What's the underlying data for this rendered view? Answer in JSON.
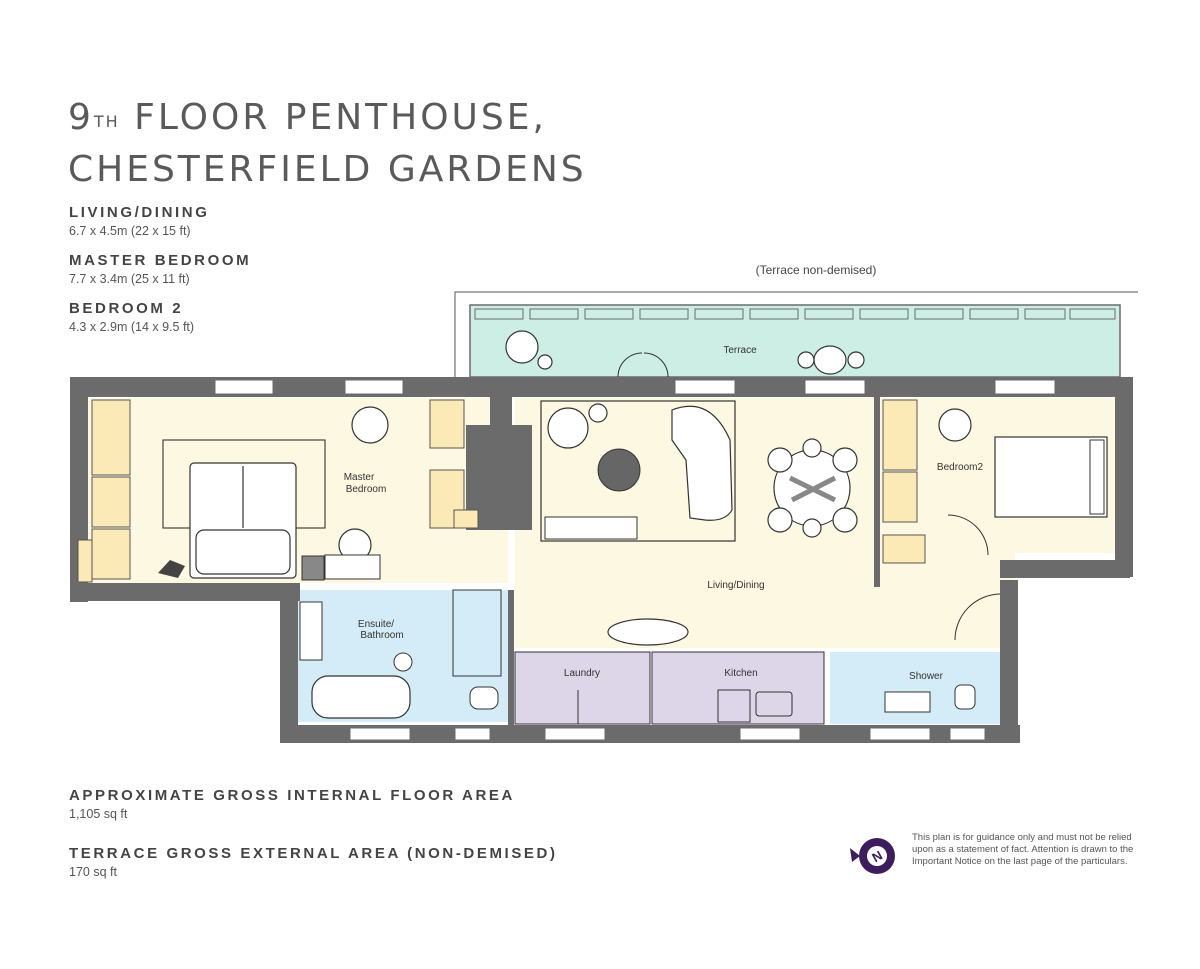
{
  "title": {
    "line1_prefix": "9",
    "line1_sup": "TH",
    "line1_rest": " FLOOR PENTHOUSE,",
    "line2": "CHESTERFIELD GARDENS"
  },
  "specs": [
    {
      "name": "LIVING/DINING",
      "size": "6.7 x 4.5m (22 x 15 ft)"
    },
    {
      "name": "MASTER BEDROOM",
      "size": "7.7 x 3.4m (25 x 11 ft)"
    },
    {
      "name": "BEDROOM 2",
      "size": "4.3 x 2.9m (14 x 9.5 ft)"
    }
  ],
  "areas": [
    {
      "name": "APPROXIMATE GROSS INTERNAL FLOOR AREA",
      "value": "1,105 sq ft"
    },
    {
      "name": "TERRACE GROSS EXTERNAL AREA (NON-DEMISED)",
      "value": "170 sq ft"
    }
  ],
  "plan": {
    "terrace_note": "(Terrace non-demised)",
    "rooms": {
      "terrace": "Terrace",
      "master_bedroom_1": "Master",
      "master_bedroom_2": "Bedroom",
      "bedroom2": "Bedroom2",
      "living_dining": "Living/Dining",
      "ensuite_1": "Ensuite/",
      "ensuite_2": "Bathroom",
      "laundry": "Laundry",
      "kitchen": "Kitchen",
      "shower": "Shower"
    },
    "colors": {
      "terrace": "#cdeee4",
      "living": "#fdf8e1",
      "wet": "#d3ecf7",
      "utility": "#dcd6e8",
      "wall": "#6b6b6b",
      "joinery": "#fbe9b6"
    }
  },
  "disclaimer": "This plan is for guidance only and must not be relied upon as a statement of fact. Attention is drawn to the Important Notice on the last page of the particulars.",
  "compass": {
    "letter": "N",
    "color": "#3d1d5c"
  }
}
